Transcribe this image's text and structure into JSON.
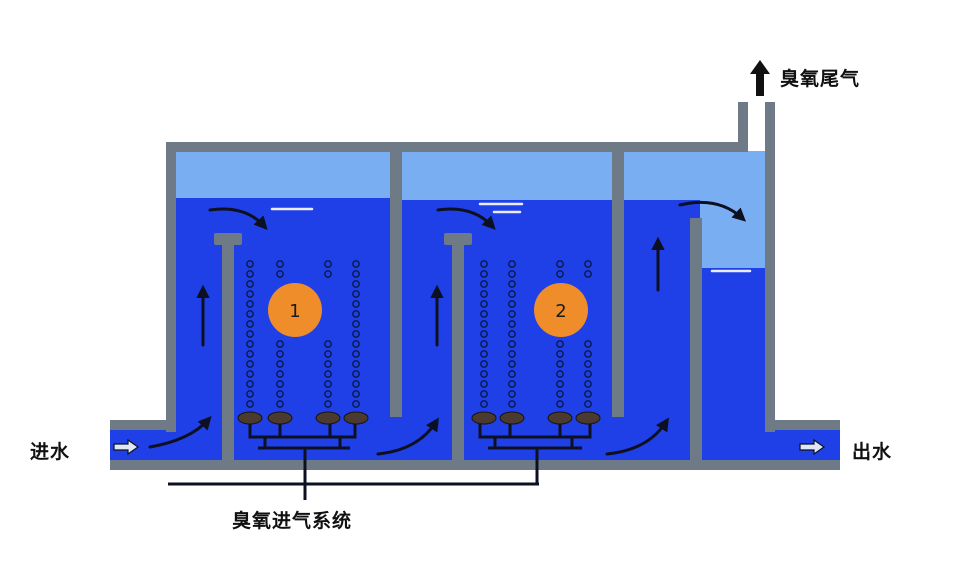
{
  "labels": {
    "inlet": "进水",
    "outlet": "出水",
    "offgas": "臭氧尾气",
    "ozone_feed": "臭氧进气系统"
  },
  "chambers": [
    {
      "number": "1"
    },
    {
      "number": "2"
    }
  ],
  "colors": {
    "water": "#1f40e6",
    "headspace": "#7aaef2",
    "wall": "#6e7a86",
    "marker": "#ef8d2a"
  }
}
